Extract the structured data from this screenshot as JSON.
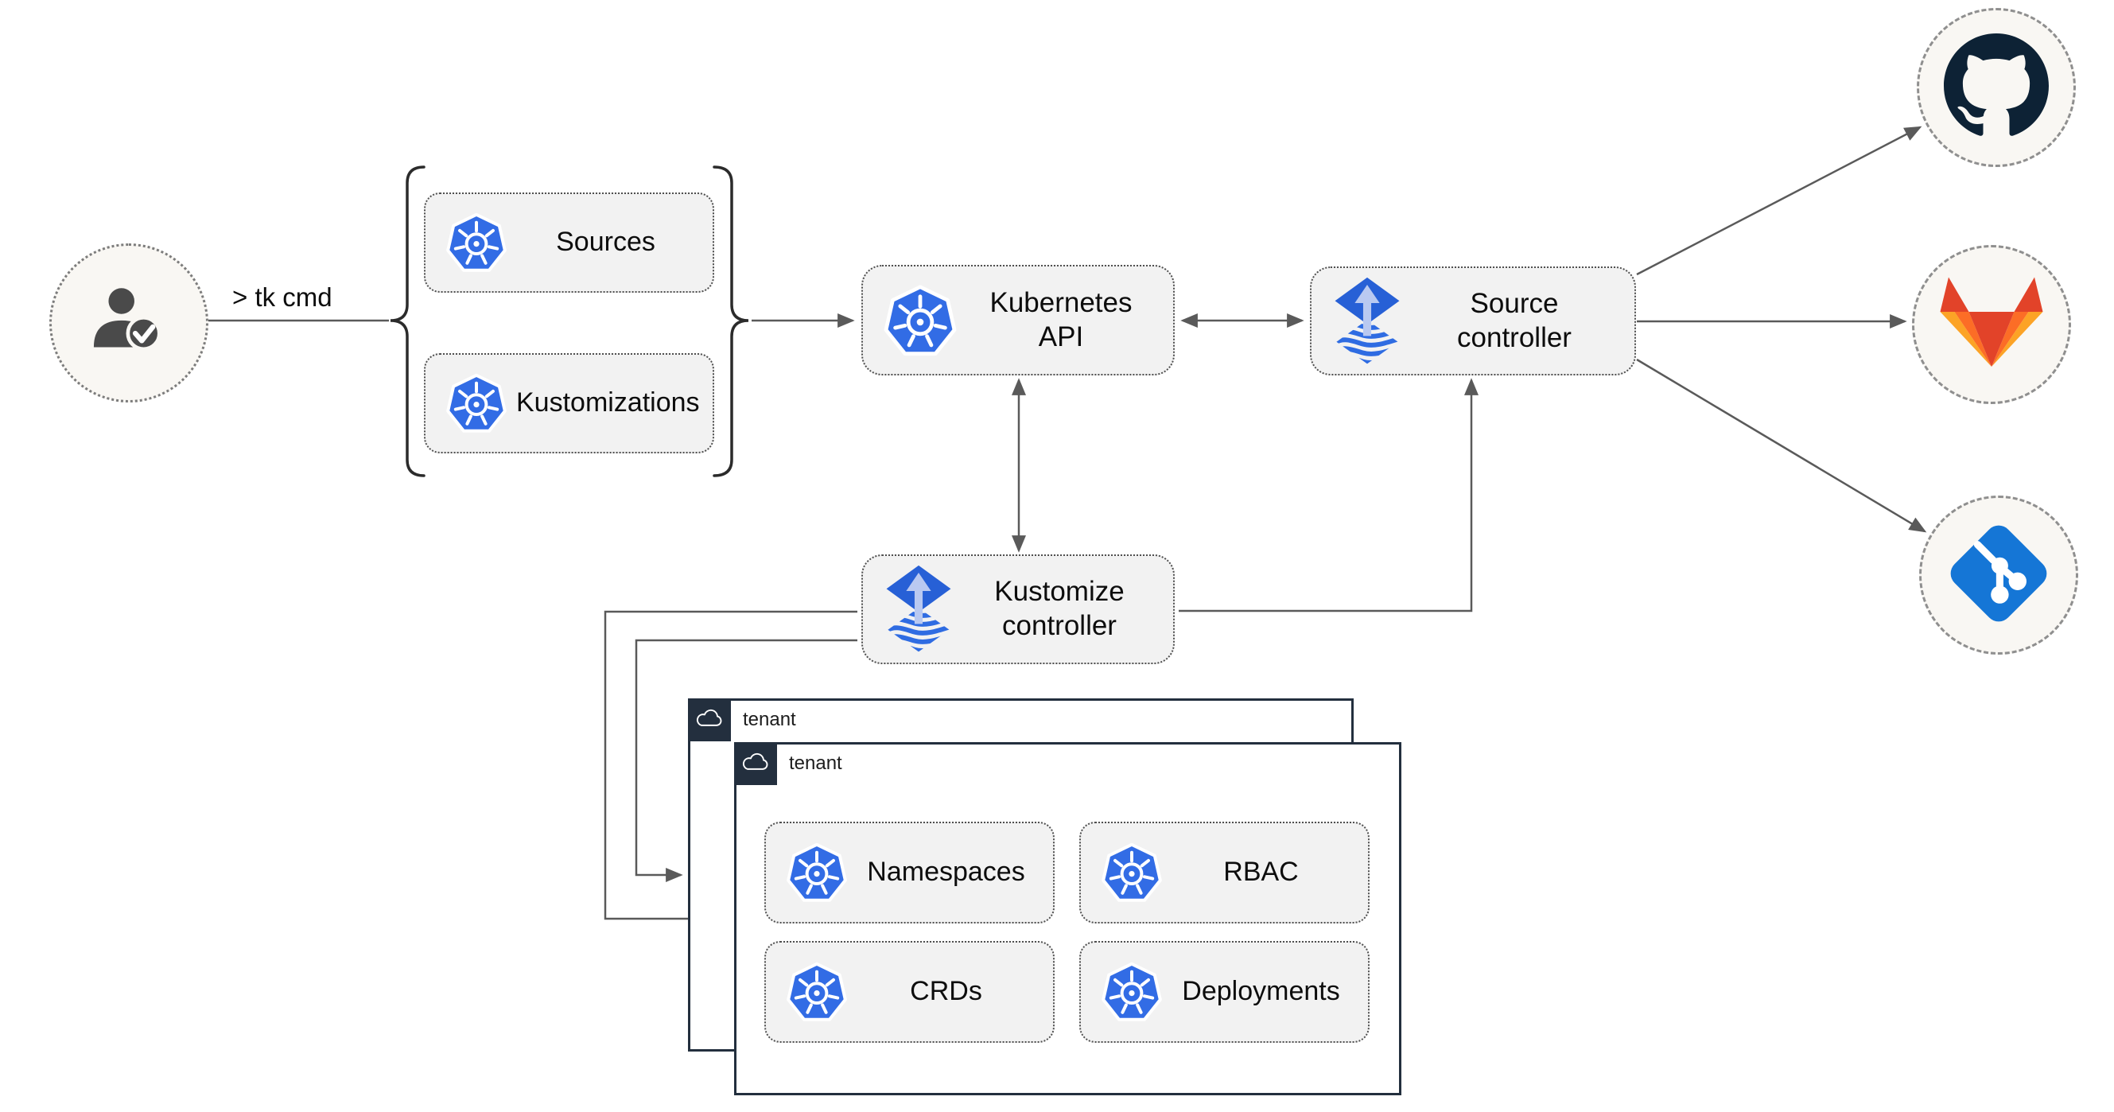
{
  "user": {
    "icon": "user-check-icon",
    "command": "> tk cmd"
  },
  "toolkit": {
    "items": [
      {
        "icon": "kubernetes-icon",
        "label": "Sources"
      },
      {
        "icon": "kubernetes-icon",
        "label": "Kustomizations"
      }
    ]
  },
  "nodes": {
    "kubernetes_api": {
      "icon": "kubernetes-icon",
      "label": "Kubernetes API"
    },
    "source_controller": {
      "icon": "flux-icon",
      "label": "Source controller"
    },
    "kustomize_controller": {
      "icon": "flux-icon",
      "label": "Kustomize controller"
    }
  },
  "remotes": [
    {
      "icon": "github-icon",
      "name": "github"
    },
    {
      "icon": "gitlab-icon",
      "name": "gitlab"
    },
    {
      "icon": "git-icon",
      "name": "git"
    }
  ],
  "tenants": [
    {
      "icon": "cloud-icon",
      "label": "tenant"
    },
    {
      "icon": "cloud-icon",
      "label": "tenant"
    }
  ],
  "resources": [
    {
      "icon": "kubernetes-icon",
      "label": "Namespaces"
    },
    {
      "icon": "kubernetes-icon",
      "label": "RBAC"
    },
    {
      "icon": "kubernetes-icon",
      "label": "CRDs"
    },
    {
      "icon": "kubernetes-icon",
      "label": "Deployments"
    }
  ],
  "edges": [
    {
      "from": "user",
      "to": "toolkit-brace",
      "style": "line"
    },
    {
      "from": "toolkit-brace",
      "to": "kubernetes-api",
      "style": "arrow"
    },
    {
      "from": "kubernetes-api",
      "to": "source-controller",
      "style": "double-arrow"
    },
    {
      "from": "kubernetes-api",
      "to": "kustomize-controller",
      "style": "double-arrow"
    },
    {
      "from": "kustomize-controller",
      "to": "source-controller",
      "style": "arrow"
    },
    {
      "from": "kustomize-controller",
      "to": "tenant-1",
      "style": "arrow"
    },
    {
      "from": "kustomize-controller",
      "to": "tenant-2",
      "style": "arrow"
    },
    {
      "from": "source-controller",
      "to": "github",
      "style": "arrow"
    },
    {
      "from": "source-controller",
      "to": "gitlab",
      "style": "arrow"
    },
    {
      "from": "source-controller",
      "to": "git",
      "style": "arrow"
    }
  ],
  "colors": {
    "kubernetes_blue": "#326ce5",
    "flux_blue": "#2760d6",
    "flux_pale": "#b9c9f1",
    "flux_wave": "#2f6ce2",
    "github_dark": "#0d2235",
    "gitlab_red": "#e24329",
    "gitlab_orange": "#fc6d26",
    "gitlab_light_orange": "#fca326",
    "git_blue": "#1576d6",
    "line_gray": "#5a5a5a",
    "box_fill": "#f2f2f2",
    "tenant_header": "#232f3e",
    "circle_fill": "#f9f7f3"
  }
}
